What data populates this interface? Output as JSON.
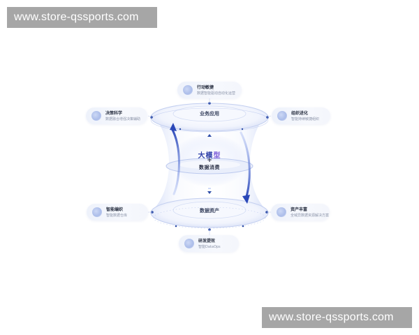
{
  "watermarks": {
    "top": "www.store-qssports.com",
    "bottom": "www.store-qssports.com"
  },
  "diagram": {
    "top_disk": {
      "label": "业务应用"
    },
    "bottom_disk": {
      "label": "数据资产"
    },
    "core": {
      "title_part1": "大模",
      "title_part2": "型",
      "plus": "+",
      "subtitle": "数据消费"
    },
    "cards": {
      "top": {
        "title": "行动敏捷",
        "subtitle": "数据智能驱动自动化运营",
        "icon": "rocket-icon"
      },
      "upper_left": {
        "title": "决策科学",
        "subtitle": "数据融合增强决策辅助",
        "icon": "link-icon"
      },
      "upper_right": {
        "title": "组织进化",
        "subtitle": "智能持续敏捷组织",
        "icon": "sphere-icon"
      },
      "lower_left": {
        "title": "智能编织",
        "subtitle": "智能数据仓库",
        "icon": "globe-icon"
      },
      "lower_right": {
        "title": "资产丰富",
        "subtitle": "全域异数据资源解决方案",
        "icon": "cube-icon"
      },
      "bottom": {
        "title": "研发提效",
        "subtitle": "智能DataOps",
        "icon": "lightning-icon"
      }
    },
    "colors": {
      "accent_dark": "#2f4ea8",
      "accent_light": "#a9bcef",
      "disk_fill": "#eef2fc",
      "disk_edge": "#c7d3f1"
    }
  }
}
